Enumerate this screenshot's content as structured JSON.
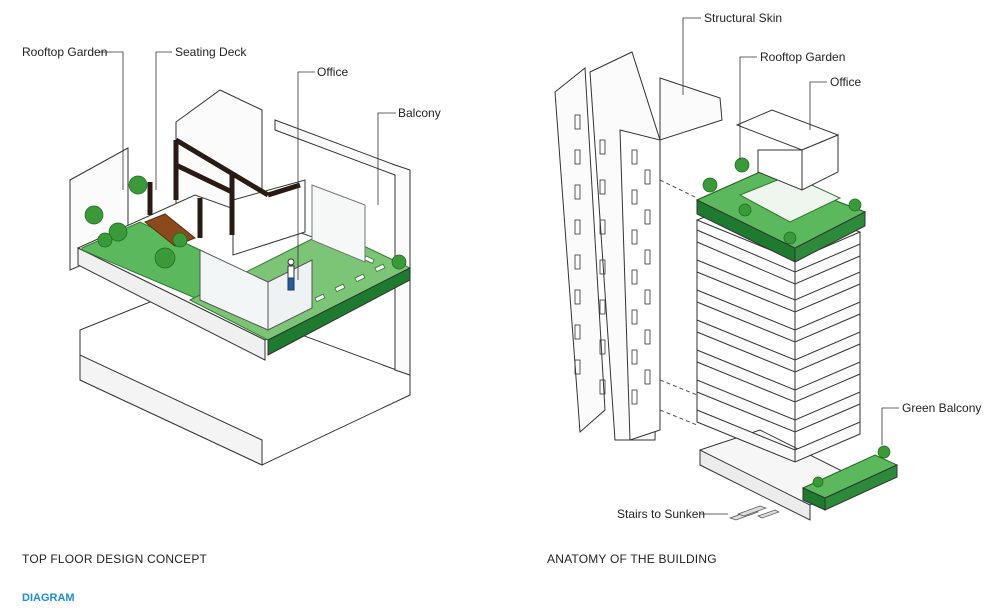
{
  "left": {
    "labels": {
      "rooftop_garden": "Rooftop Garden",
      "seating_deck": "Seating Deck",
      "office": "Office",
      "balcony": "Balcony"
    },
    "caption": "TOP FLOOR DESIGN CONCEPT"
  },
  "right": {
    "labels": {
      "structural_skin": "Structural Skin",
      "rooftop_garden": "Rooftop Garden",
      "office": "Office",
      "green_balcony": "Green Balcony",
      "stairs": "Stairs to Sunken"
    },
    "caption": "ANATOMY OF THE BUILDING"
  },
  "section_label": "DIAGRAM",
  "colors": {
    "green_dark": "#1e7a2e",
    "green_floor": "#5cb85c",
    "green_light": "#7cc576",
    "deck_brown": "#8b4a1e",
    "frame_dark": "#2a1a14",
    "line": "#333333",
    "accent_blue": "#1a8fd0"
  }
}
